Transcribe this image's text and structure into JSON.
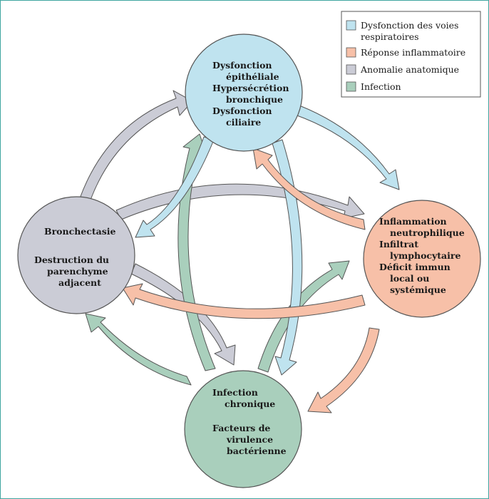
{
  "legend": {
    "items": [
      {
        "lines": [
          "Dysfonction des voies",
          "respiratoires"
        ],
        "color": "#bfe3ef"
      },
      {
        "lines": [
          "Réponse inflammatoire"
        ],
        "color": "#f7c0a8"
      },
      {
        "lines": [
          "Anomalie anatomique"
        ],
        "color": "#cbccd6"
      },
      {
        "lines": [
          "Infection"
        ],
        "color": "#a9cfbc"
      }
    ]
  },
  "nodes": {
    "airway": {
      "color": "#bfe3ef",
      "lines": [
        "Dysfonction",
        "épithéliale",
        "Hypersécrétion",
        "bronchique",
        "Dysfonction",
        "ciliaire"
      ]
    },
    "inflammation": {
      "color": "#f7c0a8",
      "lines": [
        "Inflammation",
        "neutrophilique",
        "Infiltrat",
        "lymphocytaire",
        "Déficit immun",
        "local ou",
        "systémique"
      ]
    },
    "anatomy": {
      "color": "#cbccd6",
      "lines": [
        "Bronchectasie",
        "",
        "Destruction du",
        "parenchyme",
        "adjacent"
      ]
    },
    "infection": {
      "color": "#a9cfbc",
      "lines": [
        "Infection",
        "chronique",
        "",
        "Facteurs de",
        "virulence",
        "bactérienne"
      ]
    }
  },
  "colors": {
    "stroke": "#555555",
    "frame": "#3fa6a0"
  }
}
